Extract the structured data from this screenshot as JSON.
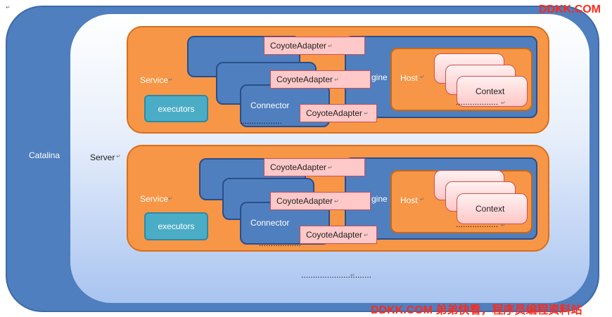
{
  "labels": {
    "catalina": "Catalina",
    "server": "Server",
    "service": "Service",
    "executors": "executors",
    "connector": "Connector",
    "engine_partial": "gine",
    "host": "Host",
    "context": "Context",
    "coyote_adapter": "CoyoteAdapter",
    "dots_short": "………………",
    "dots_long": "…………………………"
  },
  "services": [
    {
      "id": "service-1"
    },
    {
      "id": "service-2"
    }
  ],
  "watermark": {
    "top": "DDKK.COM",
    "bottom": "DDKK.COM 弟弟快看，程序员编程资料站"
  },
  "colors": {
    "catalina": "#4f7fbe",
    "service": "#f79646",
    "executors": "#4bacc6",
    "adapter": "#ffc9c9",
    "watermark": "#ff2a1a"
  }
}
